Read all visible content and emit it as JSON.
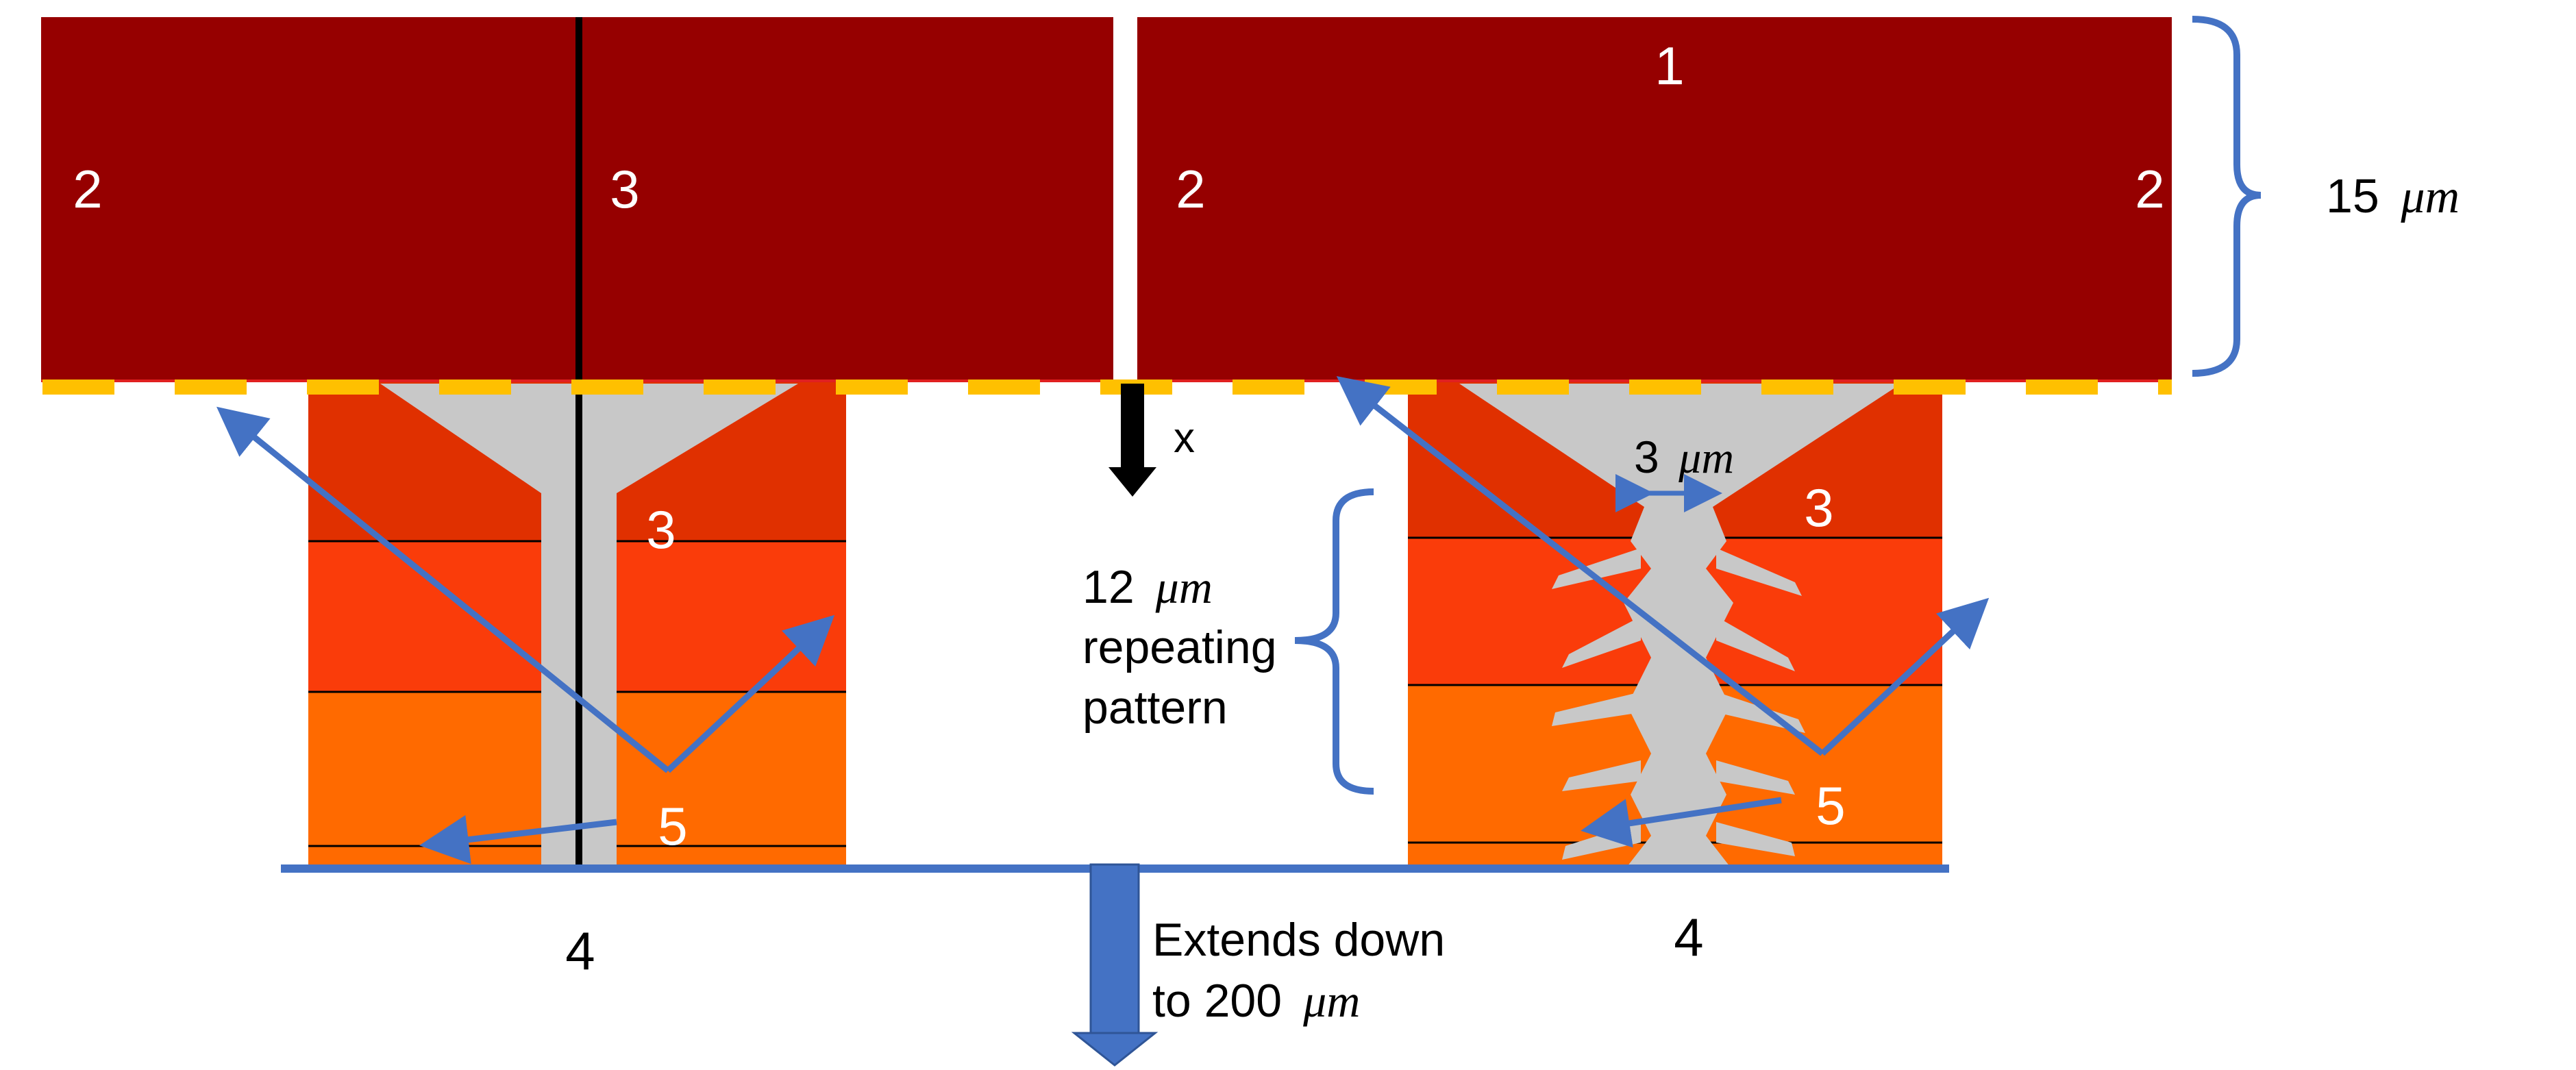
{
  "colors": {
    "substrate": "#960000",
    "layer1": "#E03000",
    "layer2": "#FA3C0A",
    "layer3": "#FF6A00",
    "crack": "#C8C8C8",
    "annotation": "#4472C4",
    "interface": "#FFC000",
    "text_dark": "#000000",
    "text_light": "#FFFFFF"
  },
  "region_labels": {
    "left_top_2": "2",
    "left_top_3": "3",
    "right_top_1": "1",
    "right_top_2a": "2",
    "right_top_2b": "2",
    "left_coat_3": "3",
    "right_coat_3": "3",
    "left_5": "5",
    "right_5": "5",
    "left_4": "4",
    "right_4": "4"
  },
  "annotations": {
    "thickness_value": "15",
    "thickness_unit": "μm",
    "direction": "x",
    "width_value": "3",
    "width_unit": "μm",
    "pattern_line1_value": "12",
    "pattern_line1_unit": "μm",
    "pattern_line2": "repeating",
    "pattern_line3": "pattern",
    "extends_line1": "Extends down",
    "extends_line2_text": "to 200",
    "extends_line2_unit": "μm"
  }
}
